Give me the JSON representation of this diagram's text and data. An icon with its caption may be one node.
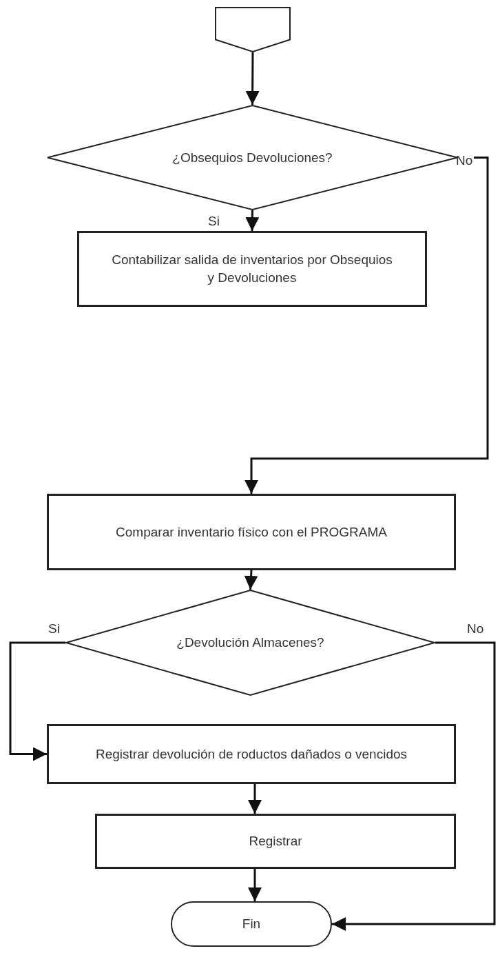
{
  "diagram": {
    "nodes": [
      {
        "text": [],
        "shape": "pentagon"
      },
      {
        "text": [
          "¿Obsequios Devoluciones?"
        ]
      },
      {
        "text": [
          "Contabilizar salida de inventarios por Obsequios y Devoluciones"
        ]
      },
      {
        "text": [
          "Comparar inventario físico con el PROGRAMA"
        ]
      },
      {
        "text": [
          "¿Devolución Almacenes?"
        ]
      },
      {
        "text": [
          "Registrar devolución de roductos dañados o vencidos"
        ]
      },
      {
        "text": [
          "Registrar"
        ]
      },
      {
        "text": [
          "Fin"
        ]
      }
    ],
    "edges": [
      {
        "from": 0,
        "to": 1,
        "arrow": "to"
      },
      {
        "from": 1,
        "to": 2,
        "arrow": "to",
        "label": "Si"
      },
      {
        "from": 1,
        "to": 3,
        "arrow": "to",
        "label": "No"
      },
      {
        "from": 3,
        "to": 4,
        "arrow": "to"
      },
      {
        "from": 4,
        "to": 5,
        "arrow": "to",
        "label": "Si"
      },
      {
        "from": 4,
        "to": 7,
        "arrow": "to",
        "label": "No"
      },
      {
        "from": 5,
        "to": 6,
        "arrow": "to"
      },
      {
        "from": 6,
        "to": 7,
        "arrow": "to"
      }
    ]
  }
}
